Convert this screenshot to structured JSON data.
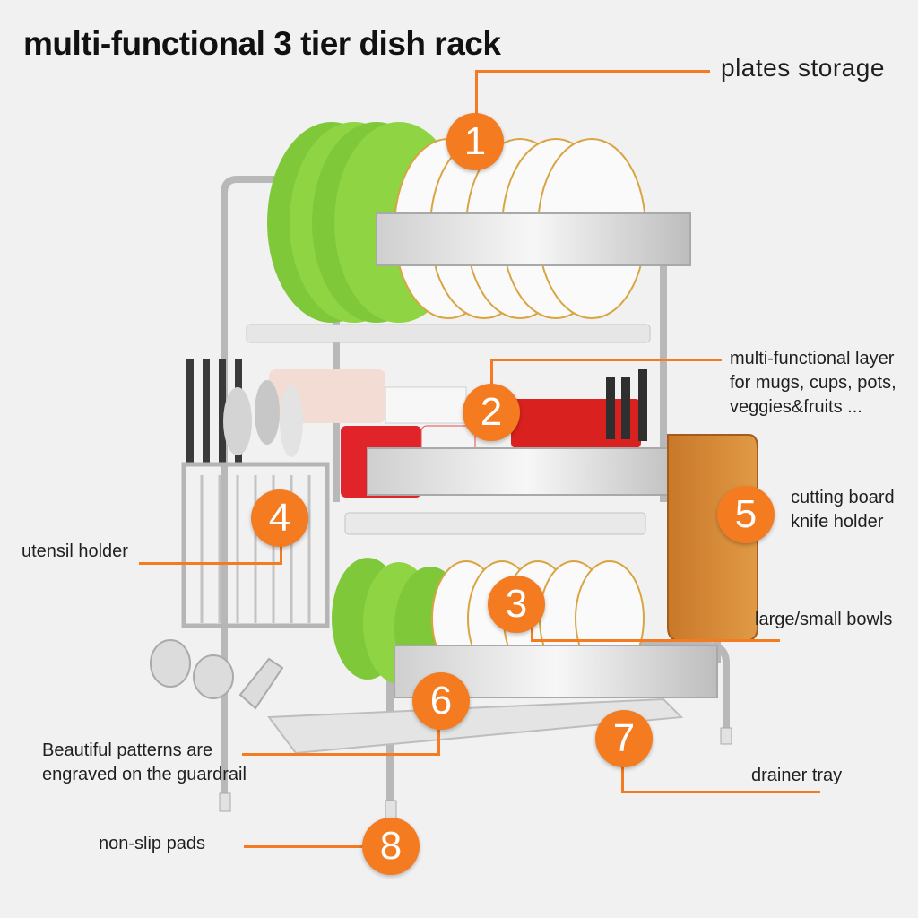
{
  "title": "multi-functional 3 tier dish rack",
  "accent_color": "#f47b20",
  "callouts": [
    {
      "number": "1",
      "text": "plates storage"
    },
    {
      "number": "2",
      "lines": [
        "multi-functional layer",
        "for mugs, cups, pots,",
        "veggies&fruits ..."
      ]
    },
    {
      "number": "3",
      "text": "large/small bowls"
    },
    {
      "number": "4",
      "text": "utensil holder"
    },
    {
      "number": "5",
      "lines": [
        "cutting board",
        "knife holder"
      ]
    },
    {
      "number": "6",
      "lines": [
        "Beautiful patterns are",
        "engraved on the guardrail"
      ]
    },
    {
      "number": "7",
      "text": "drainer tray"
    },
    {
      "number": "8",
      "text": "non-slip pads"
    }
  ]
}
